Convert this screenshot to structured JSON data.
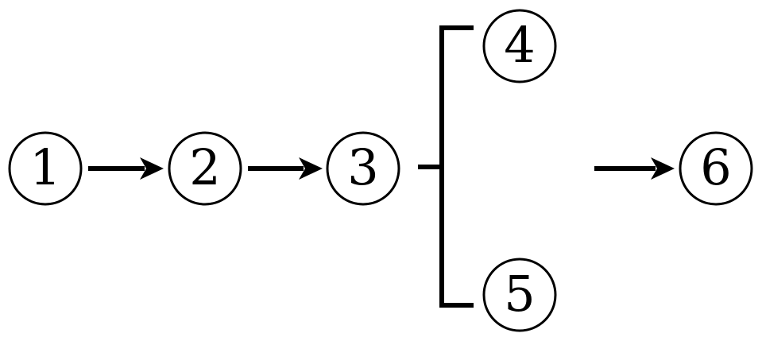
{
  "diagram": {
    "nodes": [
      {
        "id": "n1",
        "label": "1"
      },
      {
        "id": "n2",
        "label": "2"
      },
      {
        "id": "n3",
        "label": "3"
      },
      {
        "id": "n4",
        "label": "4"
      },
      {
        "id": "n5",
        "label": "5"
      },
      {
        "id": "n6",
        "label": "6"
      }
    ],
    "edges": [
      {
        "from": "1",
        "to": "2"
      },
      {
        "from": "2",
        "to": "3"
      },
      {
        "from": "3",
        "to": "4"
      },
      {
        "from": "3",
        "to": "5"
      },
      {
        "from": "bracket",
        "to": "6"
      }
    ],
    "colors": {
      "ink": "#000000",
      "background": "#ffffff"
    }
  }
}
